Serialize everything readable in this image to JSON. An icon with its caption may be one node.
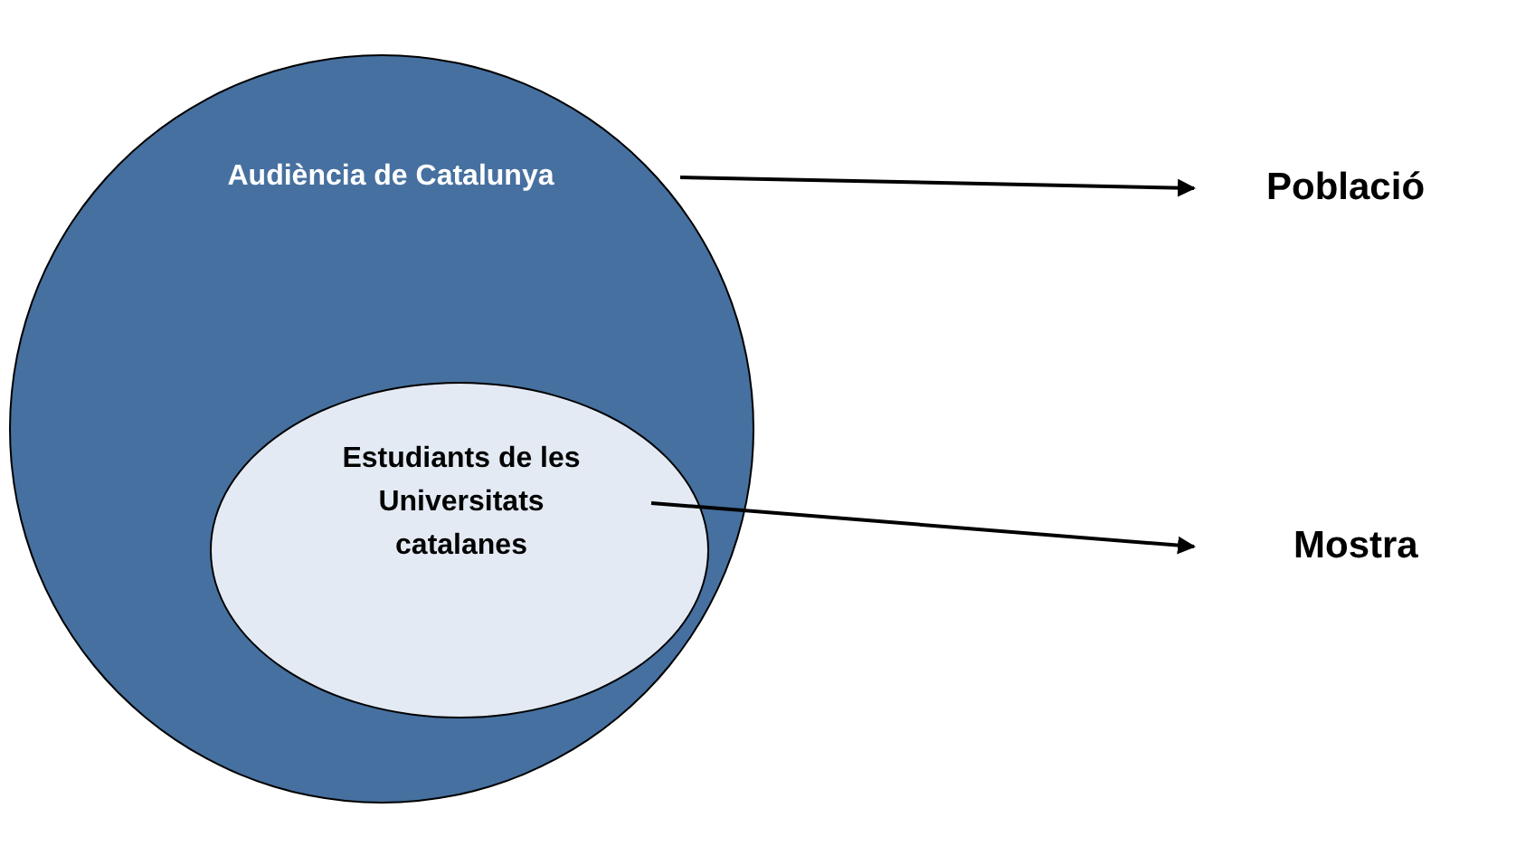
{
  "diagram": {
    "nodes": [
      {
        "text": [
          "Audiència de Catalunya"
        ]
      },
      {
        "text": [
          "Estudiants de les Universitats catalanes"
        ],
        "in": 0
      },
      {
        "text": [
          "Població"
        ]
      },
      {
        "text": [
          "Mostra"
        ]
      }
    ],
    "edges": [
      {
        "from": 0,
        "to": 2,
        "arrow": "to"
      },
      {
        "from": 1,
        "to": 3,
        "arrow": "to"
      }
    ]
  }
}
